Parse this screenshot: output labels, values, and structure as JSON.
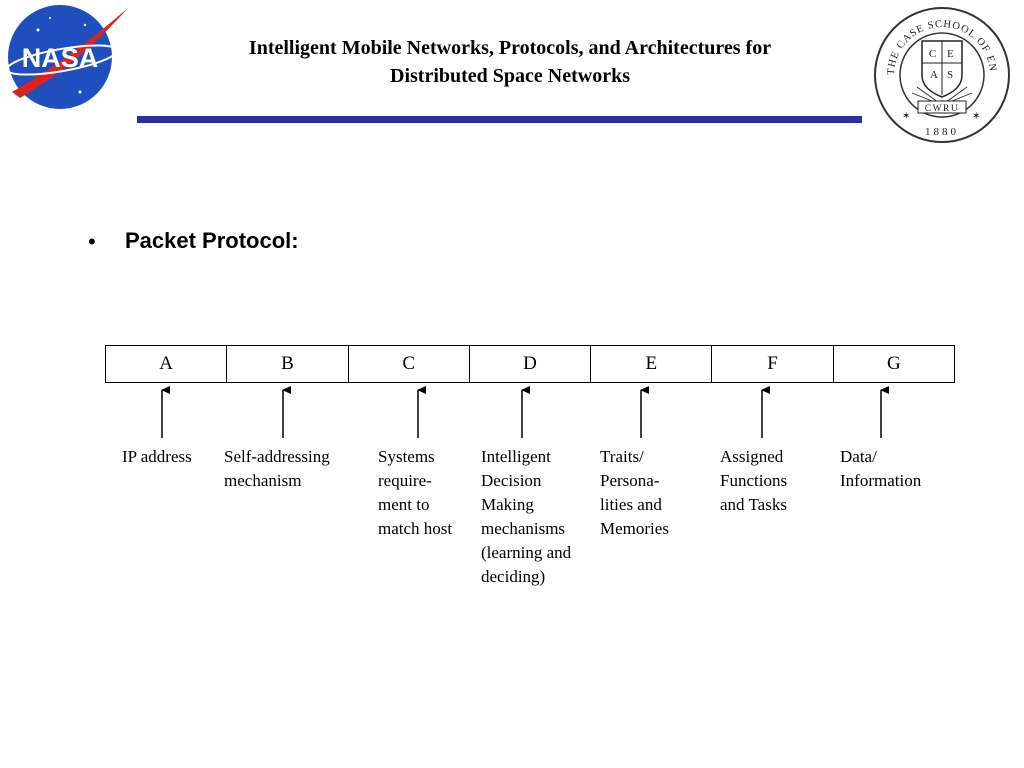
{
  "header": {
    "title_line1": "Intelligent Mobile Networks, Protocols, and Architectures for",
    "title_line2": "Distributed Space Networks",
    "nasa_logo_text": "NASA",
    "seal": {
      "ring_text": "THE CASE SCHOOL OF ENGINEERING",
      "letters": [
        "C",
        "A",
        "S",
        "E"
      ],
      "banner": "CWRU",
      "year": "1880"
    },
    "rule_color": "#2b2ea0"
  },
  "content": {
    "bullet": "•",
    "heading": "Packet Protocol:"
  },
  "packet": {
    "fields": [
      {
        "key": "A",
        "label_lines": [
          "IP address"
        ]
      },
      {
        "key": "B",
        "label_lines": [
          "Self-addressing",
          "mechanism"
        ]
      },
      {
        "key": "C",
        "label_lines": [
          "Systems",
          "require-",
          "ment to",
          "match host"
        ]
      },
      {
        "key": "D",
        "label_lines": [
          "Intelligent",
          "Decision",
          "Making",
          "mechanisms",
          "(learning and",
          "deciding)"
        ]
      },
      {
        "key": "E",
        "label_lines": [
          "Traits/",
          "Persona-",
          "lities and",
          "Memories"
        ]
      },
      {
        "key": "F",
        "label_lines": [
          "Assigned",
          "Functions",
          "and Tasks"
        ]
      },
      {
        "key": "G",
        "label_lines": [
          "Data/",
          "Information"
        ]
      }
    ]
  }
}
